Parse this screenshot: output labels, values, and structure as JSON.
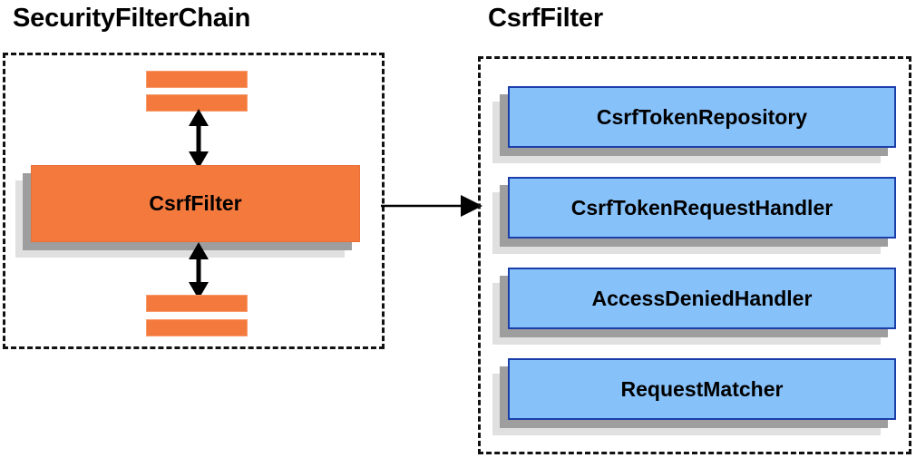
{
  "diagram": {
    "type": "architecture-block-diagram",
    "background_color": "#ffffff",
    "palette": {
      "orange_fill": "#f4793c",
      "orange_border": "#e8703a",
      "blue_fill": "#87c1f9",
      "blue_border": "#1b3faa",
      "shadow_near": "#9e9e9e",
      "shadow_far": "#e0e0e0",
      "dash_border": "#111111",
      "text": "#000000"
    }
  },
  "left_panel": {
    "title": "SecurityFilterChain",
    "container_style": "dashed",
    "filter_bars_top": [
      {
        "label": ""
      },
      {
        "label": ""
      }
    ],
    "main_node": {
      "label": "CsrfFilter",
      "color": "orange"
    },
    "filter_bars_bottom": [
      {
        "label": ""
      },
      {
        "label": ""
      }
    ],
    "arrows": [
      {
        "name": "top-double-arrow",
        "direction": "bidirectional",
        "orientation": "vertical"
      },
      {
        "name": "bottom-double-arrow",
        "direction": "bidirectional",
        "orientation": "vertical"
      }
    ]
  },
  "connector": {
    "name": "chain-to-csrf-arrow",
    "direction": "right",
    "from": "CsrfFilter",
    "to": "CsrfFilter detail panel"
  },
  "right_panel": {
    "title": "CsrfFilter",
    "container_style": "dashed",
    "collaborators": [
      {
        "label": "CsrfTokenRepository",
        "color": "blue"
      },
      {
        "label": "CsrfTokenRequestHandler",
        "color": "blue"
      },
      {
        "label": "AccessDeniedHandler",
        "color": "blue"
      },
      {
        "label": "RequestMatcher",
        "color": "blue"
      }
    ]
  }
}
